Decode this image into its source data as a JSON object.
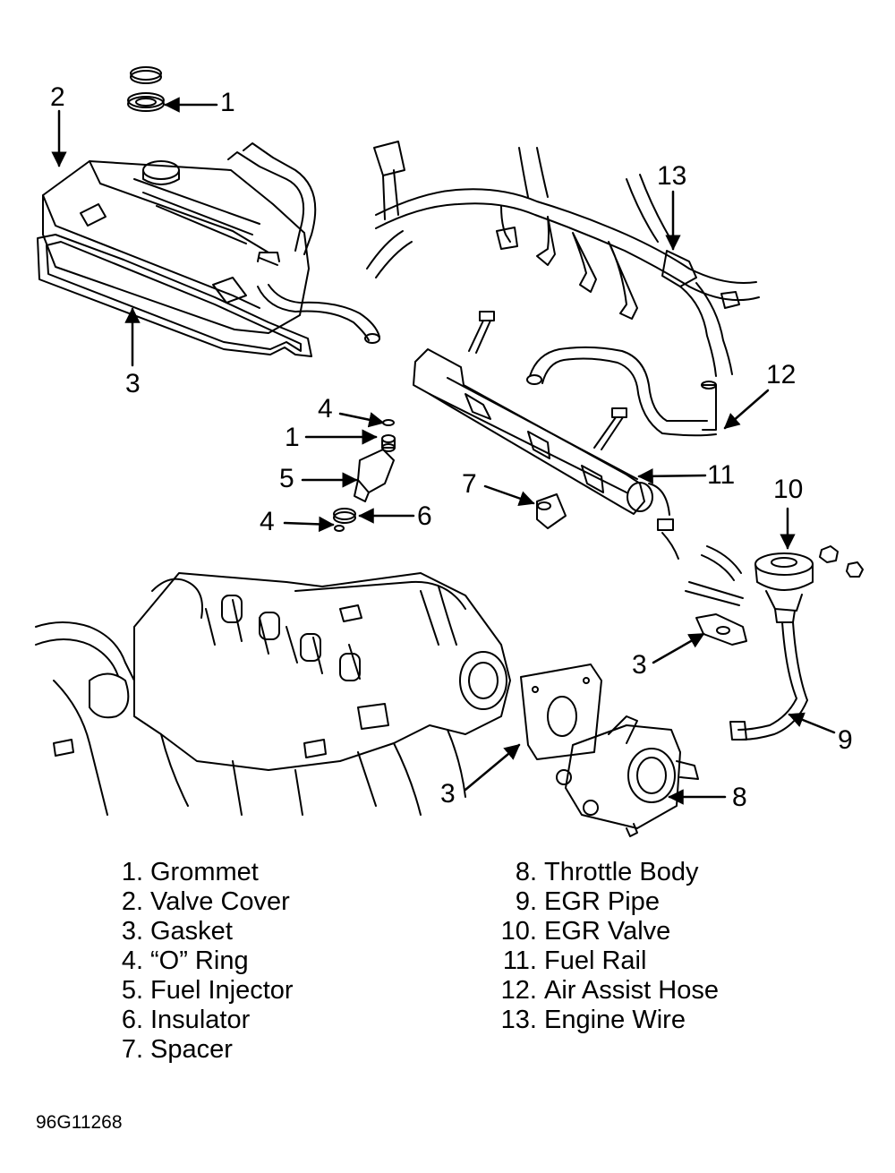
{
  "callouts": [
    {
      "id": "c1a",
      "text": "1"
    },
    {
      "id": "c2",
      "text": "2"
    },
    {
      "id": "c3a",
      "text": "3"
    },
    {
      "id": "c4a",
      "text": "4"
    },
    {
      "id": "c1b",
      "text": "1"
    },
    {
      "id": "c5",
      "text": "5"
    },
    {
      "id": "c4b",
      "text": "4"
    },
    {
      "id": "c6",
      "text": "6"
    },
    {
      "id": "c7",
      "text": "7"
    },
    {
      "id": "c11",
      "text": "11"
    },
    {
      "id": "c12",
      "text": "12"
    },
    {
      "id": "c13",
      "text": "13"
    },
    {
      "id": "c10",
      "text": "10"
    },
    {
      "id": "c3b",
      "text": "3"
    },
    {
      "id": "c9",
      "text": "9"
    },
    {
      "id": "c3c",
      "text": "3"
    },
    {
      "id": "c8",
      "text": "8"
    }
  ],
  "legend_left": [
    {
      "num": "1.",
      "label": "Grommet"
    },
    {
      "num": "2.",
      "label": "Valve Cover"
    },
    {
      "num": "3.",
      "label": "Gasket"
    },
    {
      "num": "4.",
      "label": "“O” Ring"
    },
    {
      "num": "5.",
      "label": "Fuel Injector"
    },
    {
      "num": "6.",
      "label": "Insulator"
    },
    {
      "num": "7.",
      "label": "Spacer"
    }
  ],
  "legend_right": [
    {
      "num": "8.",
      "label": "Throttle Body"
    },
    {
      "num": "9.",
      "label": "EGR Pipe"
    },
    {
      "num": "10.",
      "label": "EGR Valve"
    },
    {
      "num": "11.",
      "label": "Fuel Rail"
    },
    {
      "num": "12.",
      "label": "Air Assist Hose"
    },
    {
      "num": "13.",
      "label": "Engine Wire"
    }
  ],
  "figure_id": "96G11268",
  "colors": {
    "ink": "#000000",
    "paper": "#ffffff"
  }
}
